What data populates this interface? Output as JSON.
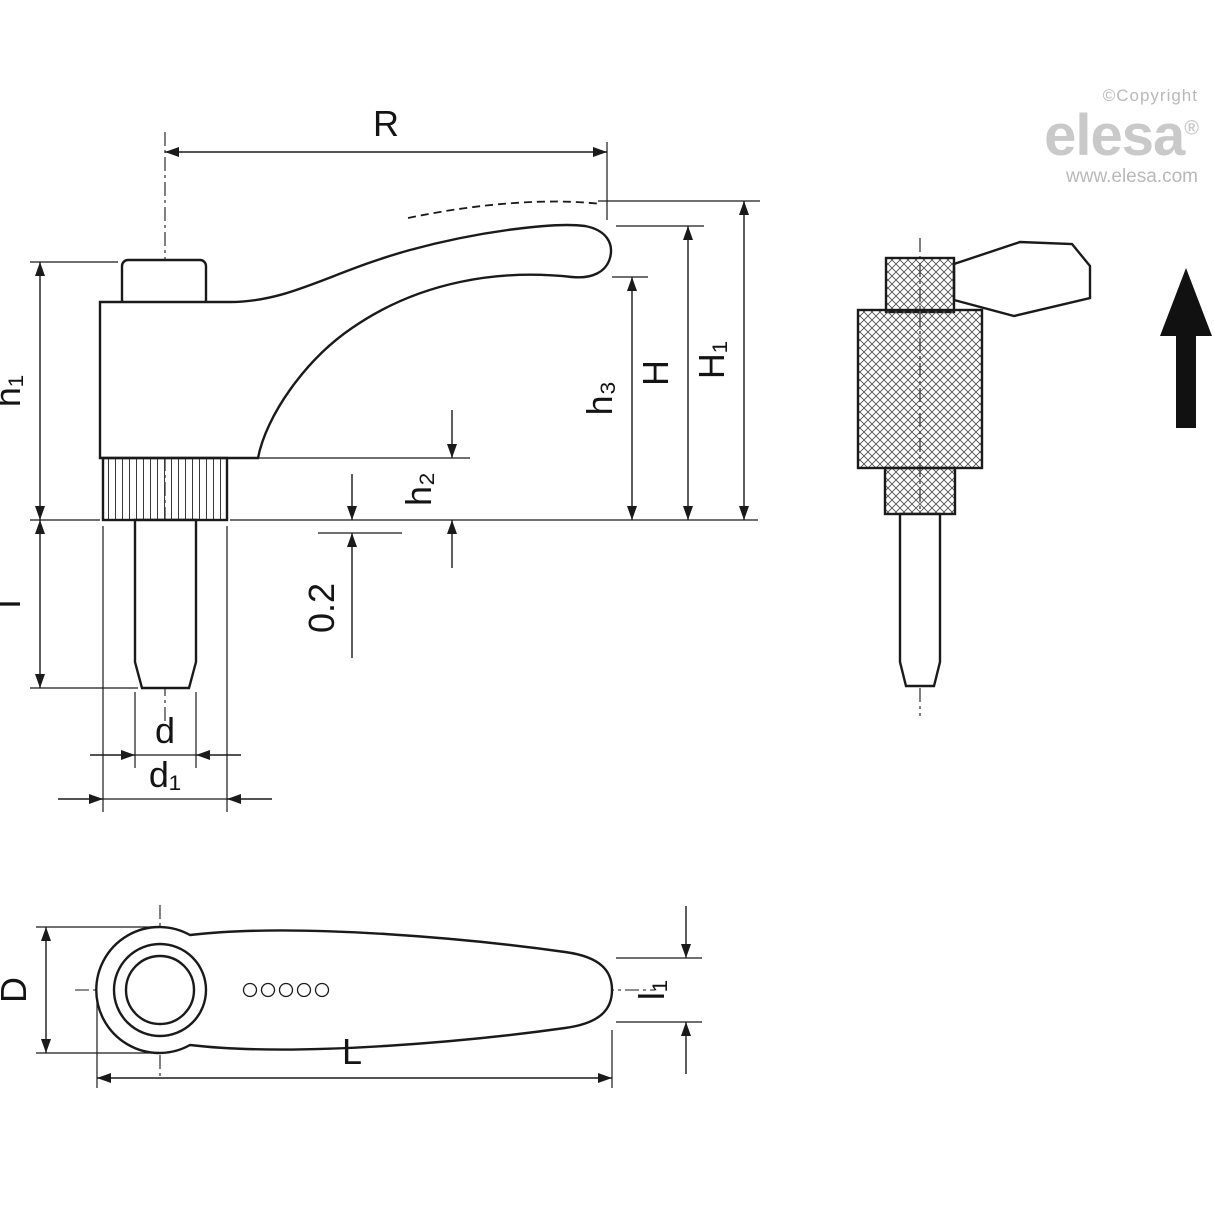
{
  "branding": {
    "copyright": "©Copyright",
    "logo": "elesa",
    "registered": "®",
    "url": "www.elesa.com"
  },
  "drawing": {
    "side_view": {
      "labels": {
        "R": "R",
        "h1": "h₁",
        "l": "l",
        "h3": "h₃",
        "H": "H",
        "H1": "H₁",
        "h2": "h₂",
        "tolerance": "0.2",
        "d": "d",
        "d1": "d₁"
      }
    },
    "top_view": {
      "labels": {
        "D": "D",
        "L": "L",
        "l1": "l₁"
      }
    }
  }
}
